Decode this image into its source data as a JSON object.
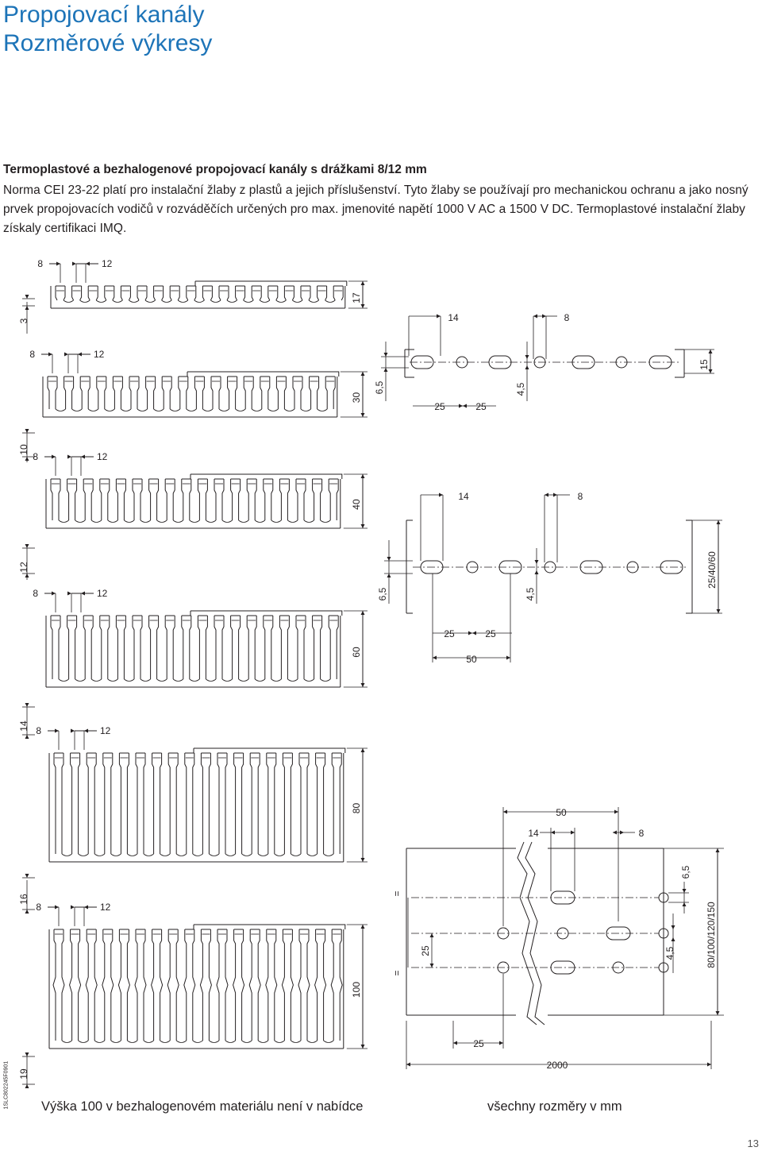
{
  "header": {
    "title_line1": "Propojovací kanály",
    "title_line2": "Rozměrové výkresy",
    "accent_color": "#1d74b8"
  },
  "section": {
    "heading": "Termoplastové a bezhalogenové propojovací kanály s drážkami 8/12 mm",
    "body": "Norma CEI 23-22 platí pro instalační žlaby z plastů a jejich příslušenství. Tyto žlaby se používají pro mechanickou ochranu a jako nosný prvek propojovacích vodičů v rozváděčích určených pro max. jmenovité napětí 1000 V AC a 1500 V DC. Termoplastové instalační žlaby získaly certifikaci IMQ."
  },
  "drawings": {
    "ducts": [
      {
        "slot_left": "8",
        "slot_right": "12",
        "height": "17",
        "side": "3"
      },
      {
        "slot_left": "8",
        "slot_right": "12",
        "height": "30",
        "side": "10"
      },
      {
        "slot_left": "8",
        "slot_right": "12",
        "height": "40",
        "side": "12"
      },
      {
        "slot_left": "8",
        "slot_right": "12",
        "height": "60",
        "side": "14"
      },
      {
        "slot_left": "8",
        "slot_right": "12",
        "height": "80",
        "side": "16"
      },
      {
        "slot_left": "8",
        "slot_right": "12",
        "height": "100",
        "side": "19"
      }
    ],
    "base1": {
      "d14": "14",
      "d8": "8",
      "d15": "15",
      "d65": "6,5",
      "d45": "4,5",
      "d25a": "25",
      "d25b": "25"
    },
    "base2": {
      "d14": "14",
      "d8": "8",
      "h": "25/40/60",
      "d65": "6,5",
      "d45": "4,5",
      "d25a": "25",
      "d25b": "25",
      "d50": "50"
    },
    "base3": {
      "d50": "50",
      "d14": "14",
      "d8": "8",
      "d65": "6,5",
      "eq1": "=",
      "eq2": "=",
      "d25": "25",
      "h": "80/100/120/150",
      "d45": "4,5",
      "d25b": "25",
      "d2000": "2000"
    }
  },
  "footer": {
    "note_left": "Výška 100 v bezhalogenovém materiálu není v nabídce",
    "note_right": "všechny rozměry v mm",
    "page_number": "13",
    "doc_ref": "1SLC802245F0901"
  }
}
